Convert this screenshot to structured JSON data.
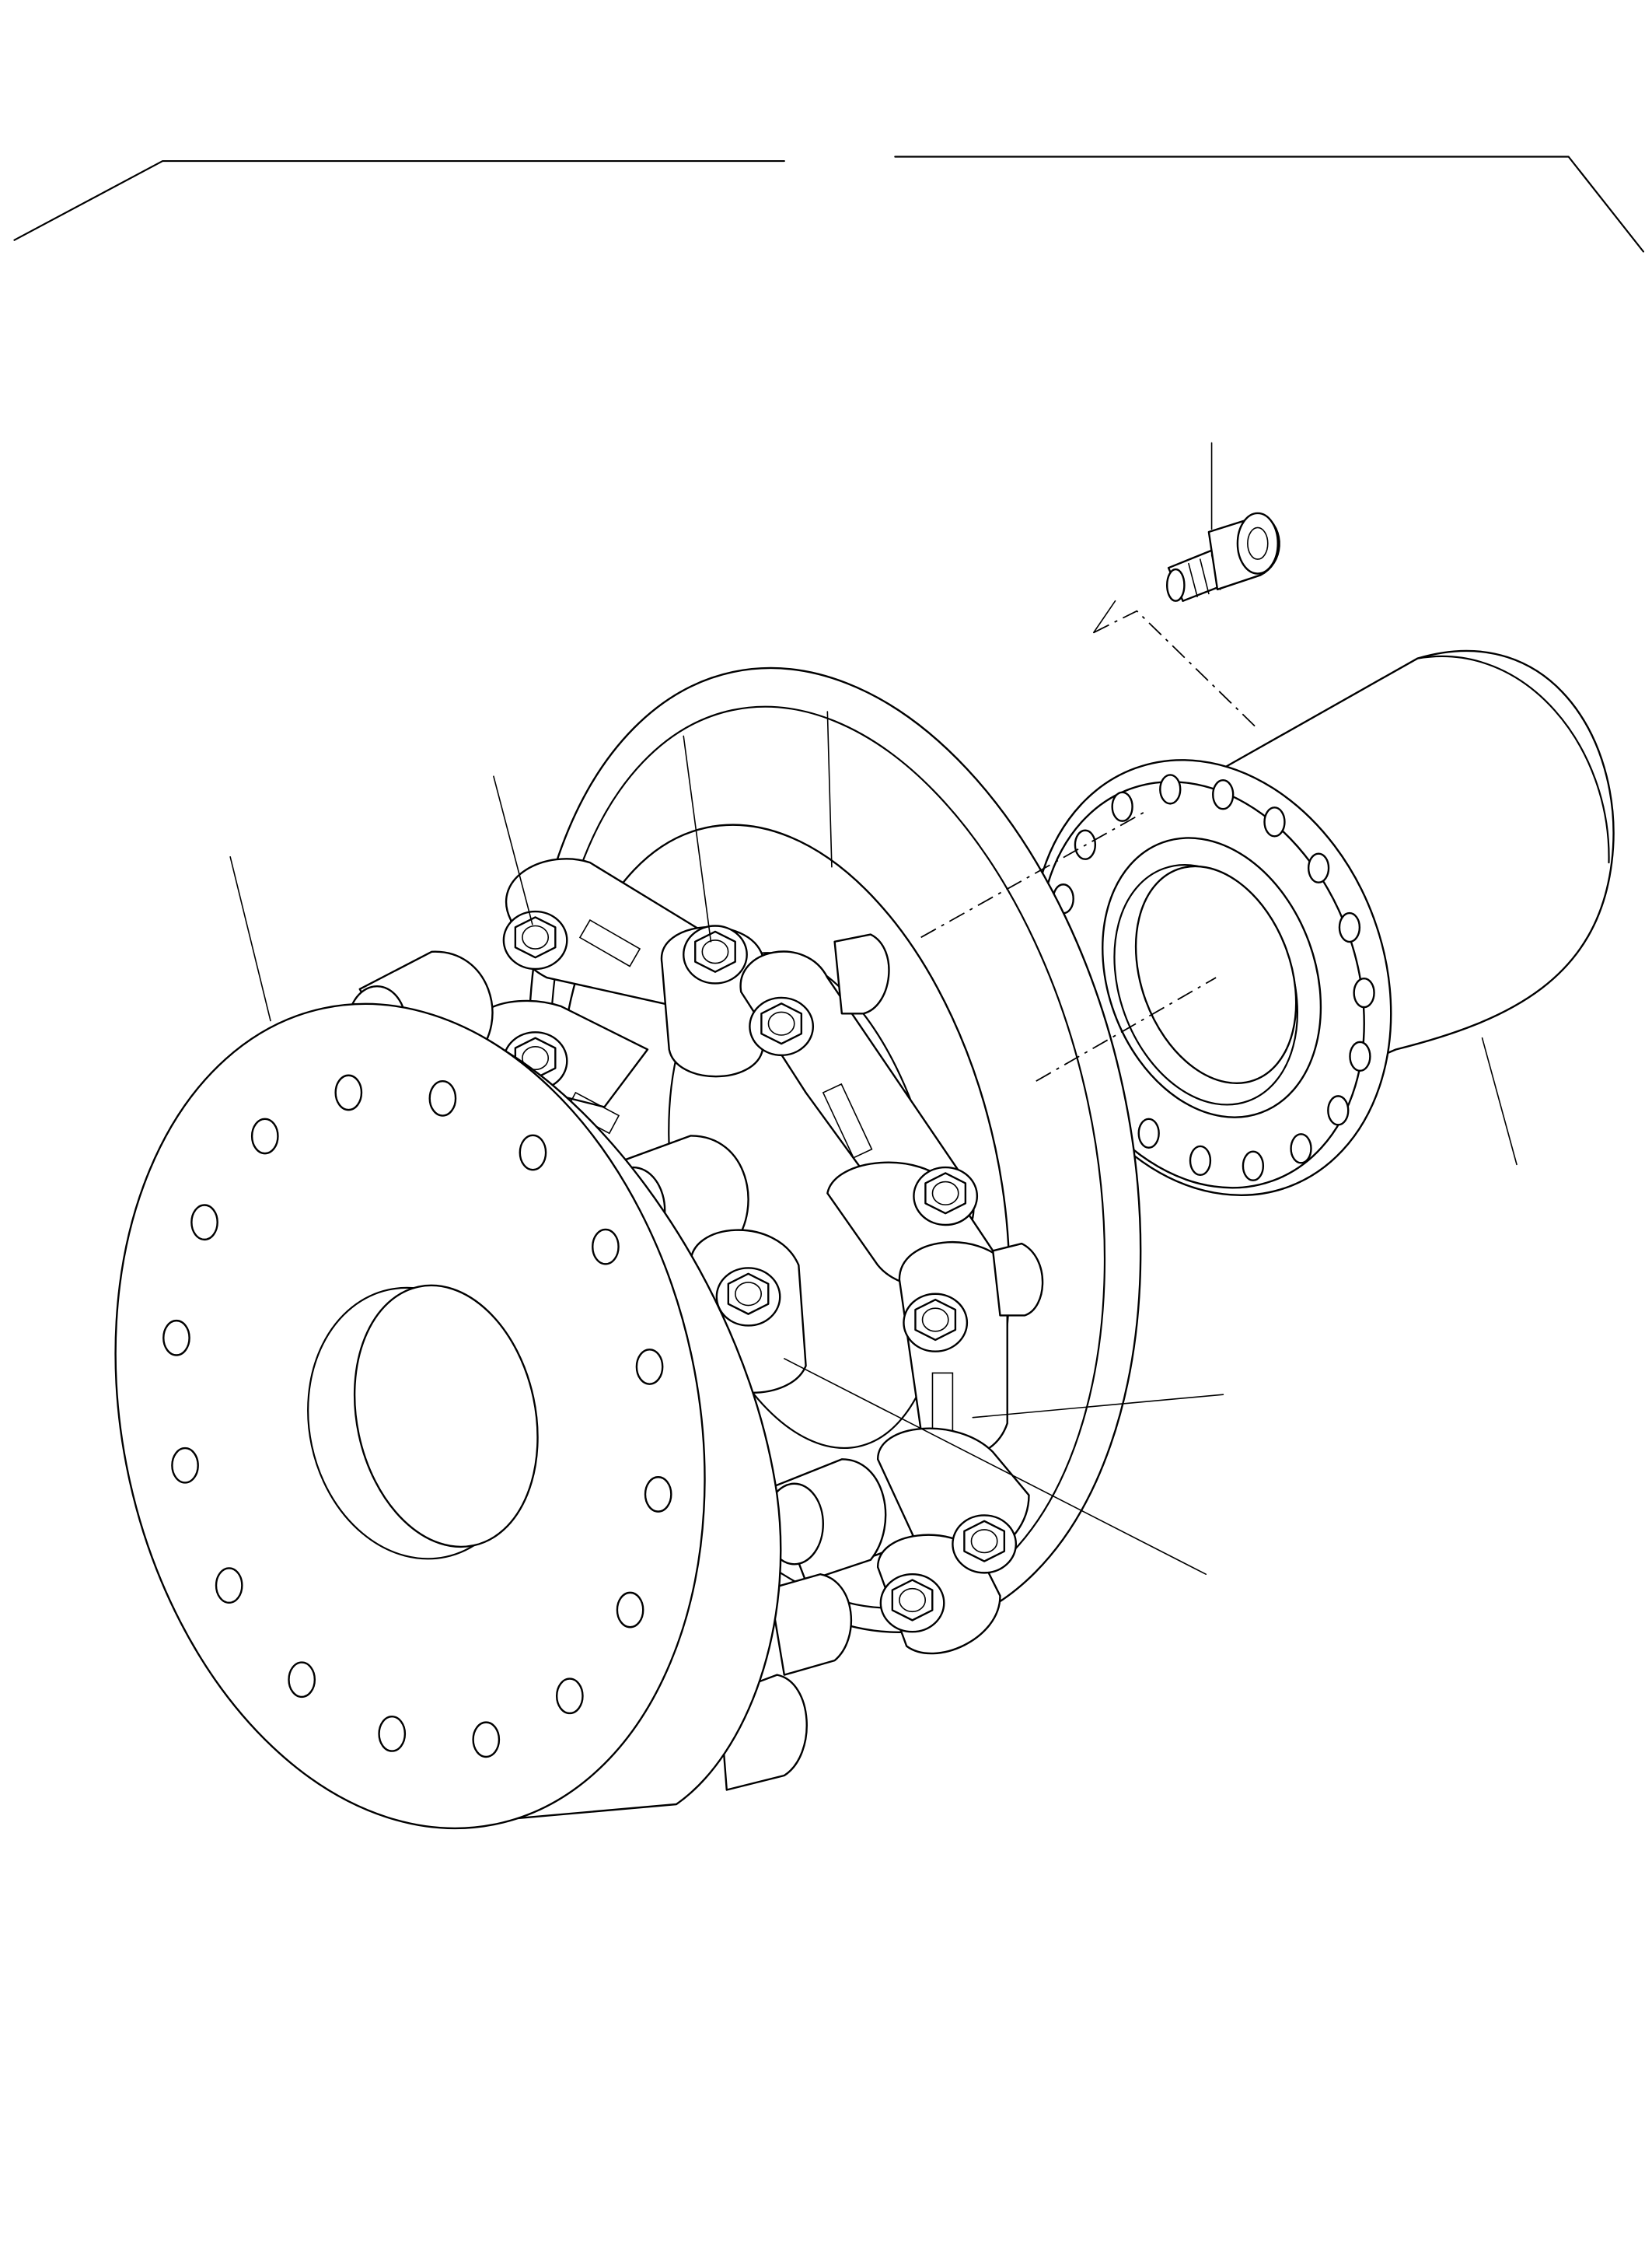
{
  "drawing": {
    "style": "exploded isometric line drawing",
    "stroke_color": "#000000",
    "background_color": "#ffffff",
    "components": [
      {
        "name": "input-flange",
        "hole_count": 16
      },
      {
        "name": "link-disc-pack"
      },
      {
        "name": "hex-bolt"
      },
      {
        "name": "link-arm"
      },
      {
        "name": "center-hub"
      },
      {
        "name": "output-flange",
        "hole_count": 18
      },
      {
        "name": "hub-sleeve"
      },
      {
        "name": "socket-head-cap-screw"
      }
    ],
    "leader_count": 9
  }
}
